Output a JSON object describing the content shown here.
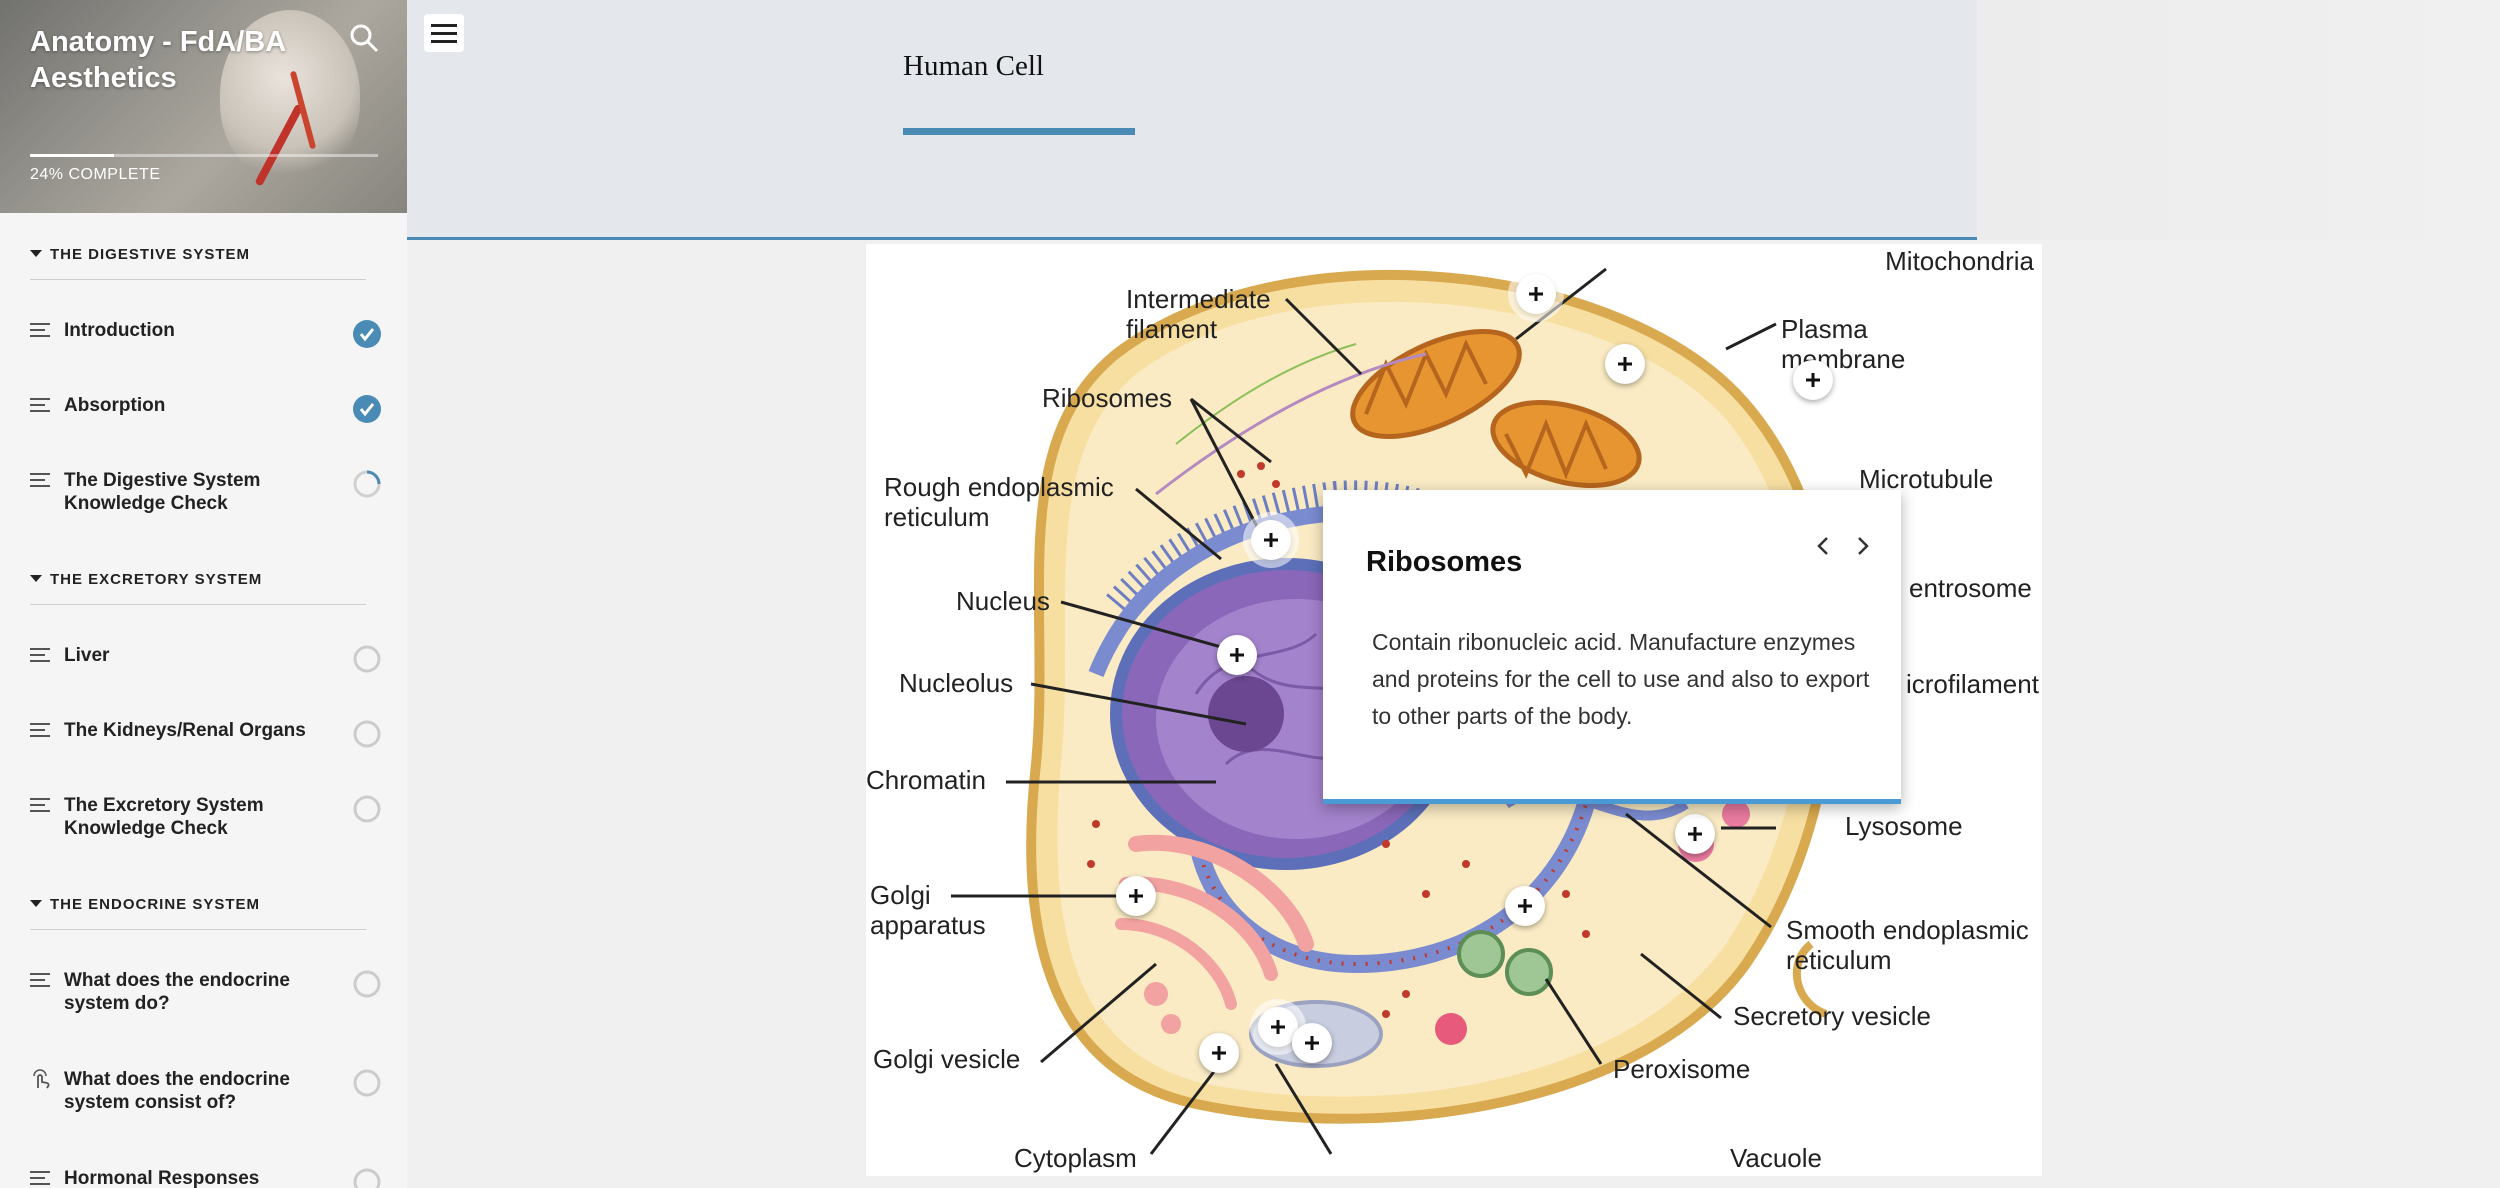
{
  "sidebar": {
    "course_title": "Anatomy - FdA/BA Aesthetics",
    "progress_label": "24% COMPLETE",
    "progress_fraction": 0.24,
    "sections": [
      {
        "title": "THE DIGESTIVE SYSTEM",
        "lessons": [
          {
            "label": "Introduction",
            "status": "complete"
          },
          {
            "label": "Absorption",
            "status": "complete"
          },
          {
            "label": "The Digestive System Knowledge Check",
            "status": "in-progress"
          }
        ]
      },
      {
        "title": "THE EXCRETORY SYSTEM",
        "lessons": [
          {
            "label": "Liver",
            "status": "not-started"
          },
          {
            "label": "The Kidneys/Renal Organs",
            "status": "not-started"
          },
          {
            "label": "The Excretory System Knowledge Check",
            "status": "not-started"
          }
        ]
      },
      {
        "title": "THE ENDOCRINE SYSTEM",
        "lessons": [
          {
            "label": "What does the endocrine system do?",
            "status": "not-started"
          },
          {
            "label": "What does the endocrine system consist of?",
            "status": "not-started"
          },
          {
            "label": "Hormonal Responses",
            "status": "not-started"
          }
        ]
      }
    ]
  },
  "main": {
    "page_title": "Human Cell",
    "diagram_labels": {
      "mitochondria": "Mitochondria",
      "intermediate_filament": "Intermediate\nfilament",
      "plasma_membrane": "Plasma\nmembrane",
      "ribosomes": "Ribosomes",
      "microtubule": "Microtubule",
      "rough_er": "Rough endoplasmic\nreticulum",
      "centrosome": "entrosome",
      "nucleus": "Nucleus",
      "nucleolus": "Nucleolus",
      "microfilament": "icrofilament",
      "chromatin": "Chromatin",
      "lysosome": "Lysosome",
      "golgi_apparatus": "Golgi\napparatus",
      "smooth_er": "Smooth endoplasmic\nreticulum",
      "secretory_vesicle": "Secretory vesicle",
      "golgi_vesicle": "Golgi vesicle",
      "peroxisome": "Peroxisome",
      "cytoplasm": "Cytoplasm",
      "vacuole": "Vacuole"
    },
    "popup": {
      "title": "Ribosomes",
      "body": "Contain ribonucleic acid. Manufacture enzymes and proteins for the cell to use and also to export to other parts of the body."
    }
  },
  "colors": {
    "accent": "#4a8bb5",
    "complete": "#4a8bb5",
    "popup_accent": "#4a9ad6"
  }
}
